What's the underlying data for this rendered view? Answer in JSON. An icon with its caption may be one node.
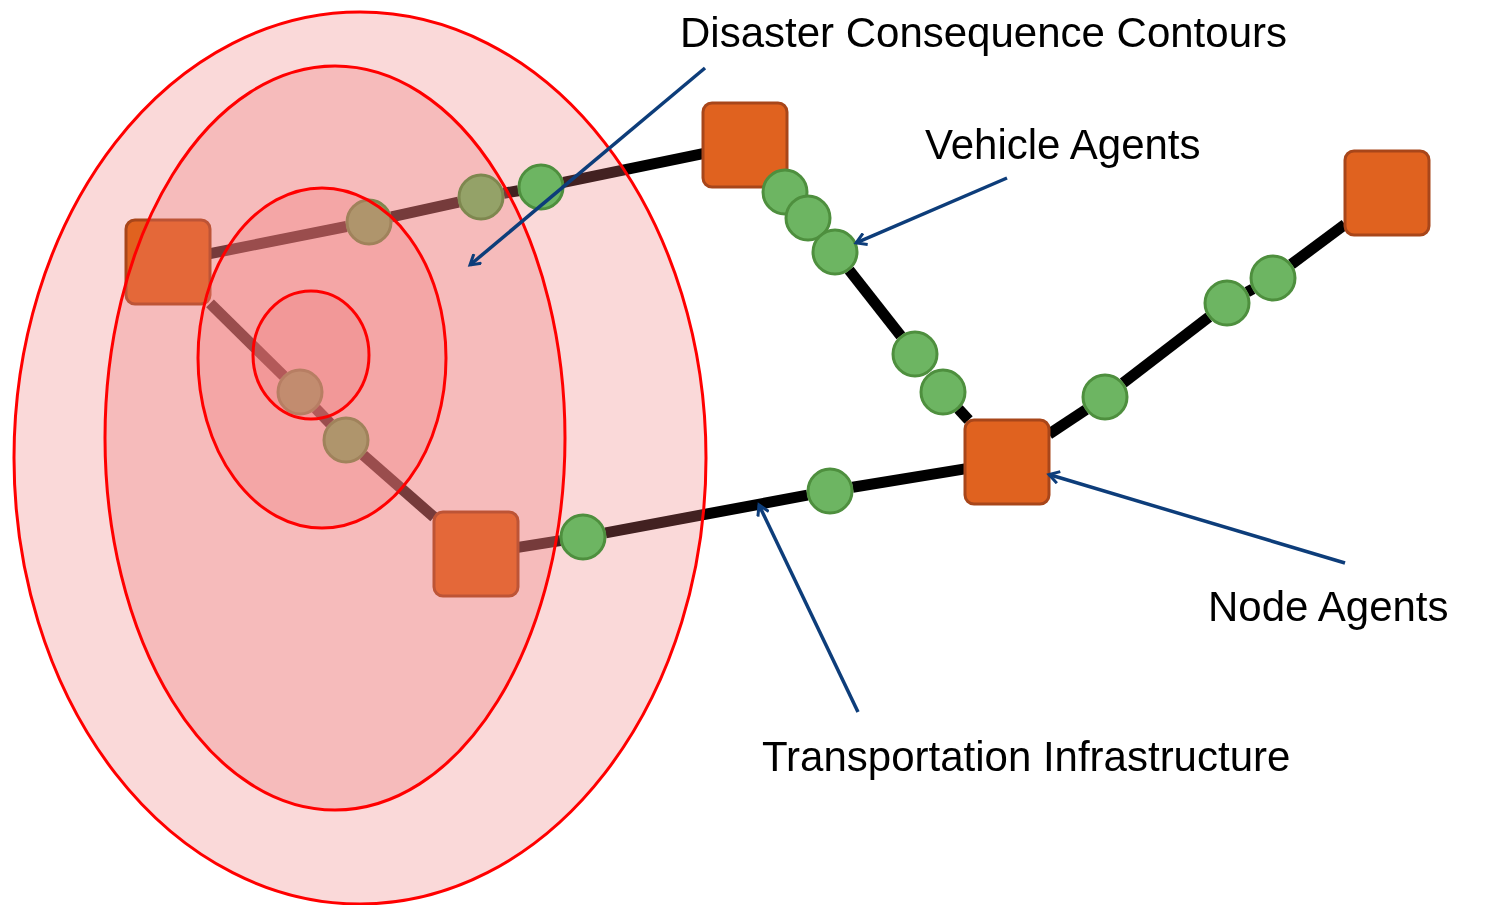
{
  "diagram": {
    "nodes": [
      {
        "text": [
          "Disaster Consequence Contours"
        ]
      },
      {
        "text": [
          "Vehicle Agents"
        ]
      },
      {
        "text": [
          "Node Agents"
        ]
      },
      {
        "text": [
          "Transportation Infrastructure"
        ]
      },
      {
        "text": [],
        "shape": "ellipse"
      },
      {
        "text": [],
        "shape": "box",
        "in": 4
      },
      {
        "text": [],
        "shape": "box"
      },
      {
        "text": [],
        "shape": "box"
      },
      {
        "text": [],
        "shape": "box",
        "in": 4
      },
      {
        "text": [],
        "shape": "box"
      },
      {
        "text": [],
        "shape": "circle",
        "in": 4
      },
      {
        "text": [],
        "shape": "circle",
        "in": 4
      },
      {
        "text": [],
        "shape": "circle",
        "in": 4
      },
      {
        "text": [],
        "shape": "circle",
        "in": 4
      },
      {
        "text": [],
        "shape": "circle",
        "in": 4
      },
      {
        "text": [],
        "shape": "circle",
        "in": 4
      },
      {
        "text": [],
        "shape": "circle"
      },
      {
        "text": [],
        "shape": "circle"
      },
      {
        "text": [],
        "shape": "circle"
      },
      {
        "text": [],
        "shape": "circle"
      },
      {
        "text": [],
        "shape": "circle"
      },
      {
        "text": [],
        "shape": "circle"
      },
      {
        "text": [],
        "shape": "circle"
      },
      {
        "text": [],
        "shape": "circle"
      },
      {
        "text": [],
        "shape": "circle"
      }
    ],
    "edges": [
      {
        "from": 5,
        "to": 12,
        "arrow": "none"
      },
      {
        "from": 12,
        "to": 13,
        "arrow": "none"
      },
      {
        "from": 13,
        "to": 14,
        "arrow": "none"
      },
      {
        "from": 14,
        "to": 6,
        "arrow": "none"
      },
      {
        "from": 5,
        "to": 10,
        "arrow": "none"
      },
      {
        "from": 10,
        "to": 11,
        "arrow": "none"
      },
      {
        "from": 11,
        "to": 8,
        "arrow": "none"
      },
      {
        "from": 19,
        "to": 20,
        "arrow": "none"
      },
      {
        "from": 21,
        "to": 9,
        "arrow": "none"
      },
      {
        "from": 8,
        "to": 15,
        "arrow": "none"
      },
      {
        "from": 15,
        "to": 18,
        "arrow": "none"
      },
      {
        "from": 18,
        "to": 9,
        "arrow": "none"
      },
      {
        "from": 9,
        "to": 22,
        "arrow": "none"
      },
      {
        "from": 22,
        "to": 23,
        "arrow": "none"
      },
      {
        "from": 23,
        "to": 24,
        "arrow": "none"
      },
      {
        "from": 24,
        "to": 7,
        "arrow": "none"
      },
      {
        "from": 0,
        "to": 4,
        "arrow": "to",
        "color": "#0d3d7a"
      },
      {
        "from": 1,
        "to": 19,
        "arrow": "to",
        "color": "#0d3d7a"
      },
      {
        "from": 2,
        "to": 9,
        "arrow": "to",
        "color": "#0d3d7a"
      },
      {
        "from": 3,
        "to": null,
        "arrow": "to",
        "color": "#0d3d7a"
      }
    ]
  }
}
